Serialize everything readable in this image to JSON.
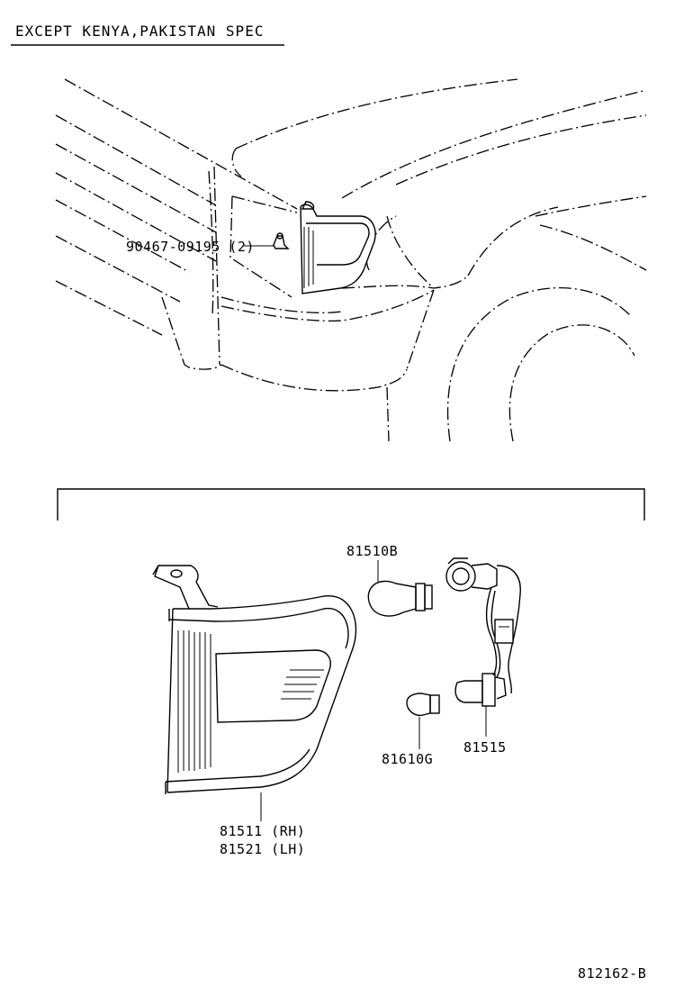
{
  "header": {
    "title": "EXCEPT KENYA,PAKISTAN SPEC"
  },
  "parts": {
    "clip": "90467-09195 (2)",
    "bulb_large": "81510B",
    "bulb_small": "81610G",
    "socket_wire": "81515",
    "lamp_rh": "81511 (RH)",
    "lamp_lh": "81521 (LH)"
  },
  "footer": {
    "code": "812162-B"
  }
}
